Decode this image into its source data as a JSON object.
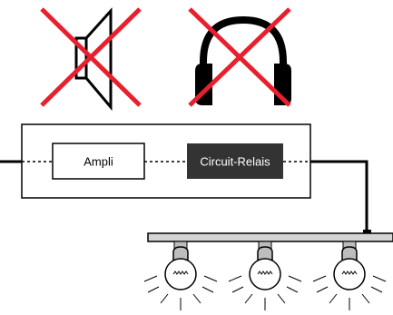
{
  "diagram": {
    "blocks": {
      "ampli": "Ampli",
      "relay": "Circuit-Relais"
    },
    "icons": [
      {
        "name": "speaker-muted-icon",
        "state": "disabled"
      },
      {
        "name": "headphones-muted-icon",
        "state": "disabled"
      },
      {
        "name": "light-bulb-icon"
      },
      {
        "name": "light-bulb-icon"
      },
      {
        "name": "light-bulb-icon"
      }
    ],
    "colors": {
      "cross": "#e8202e",
      "relay_fill": "#333333",
      "relay_text": "#ffffff",
      "bar_fill": "#d4d4d4",
      "bulb_base": "#bdbdbd",
      "ink": "#000000"
    }
  }
}
